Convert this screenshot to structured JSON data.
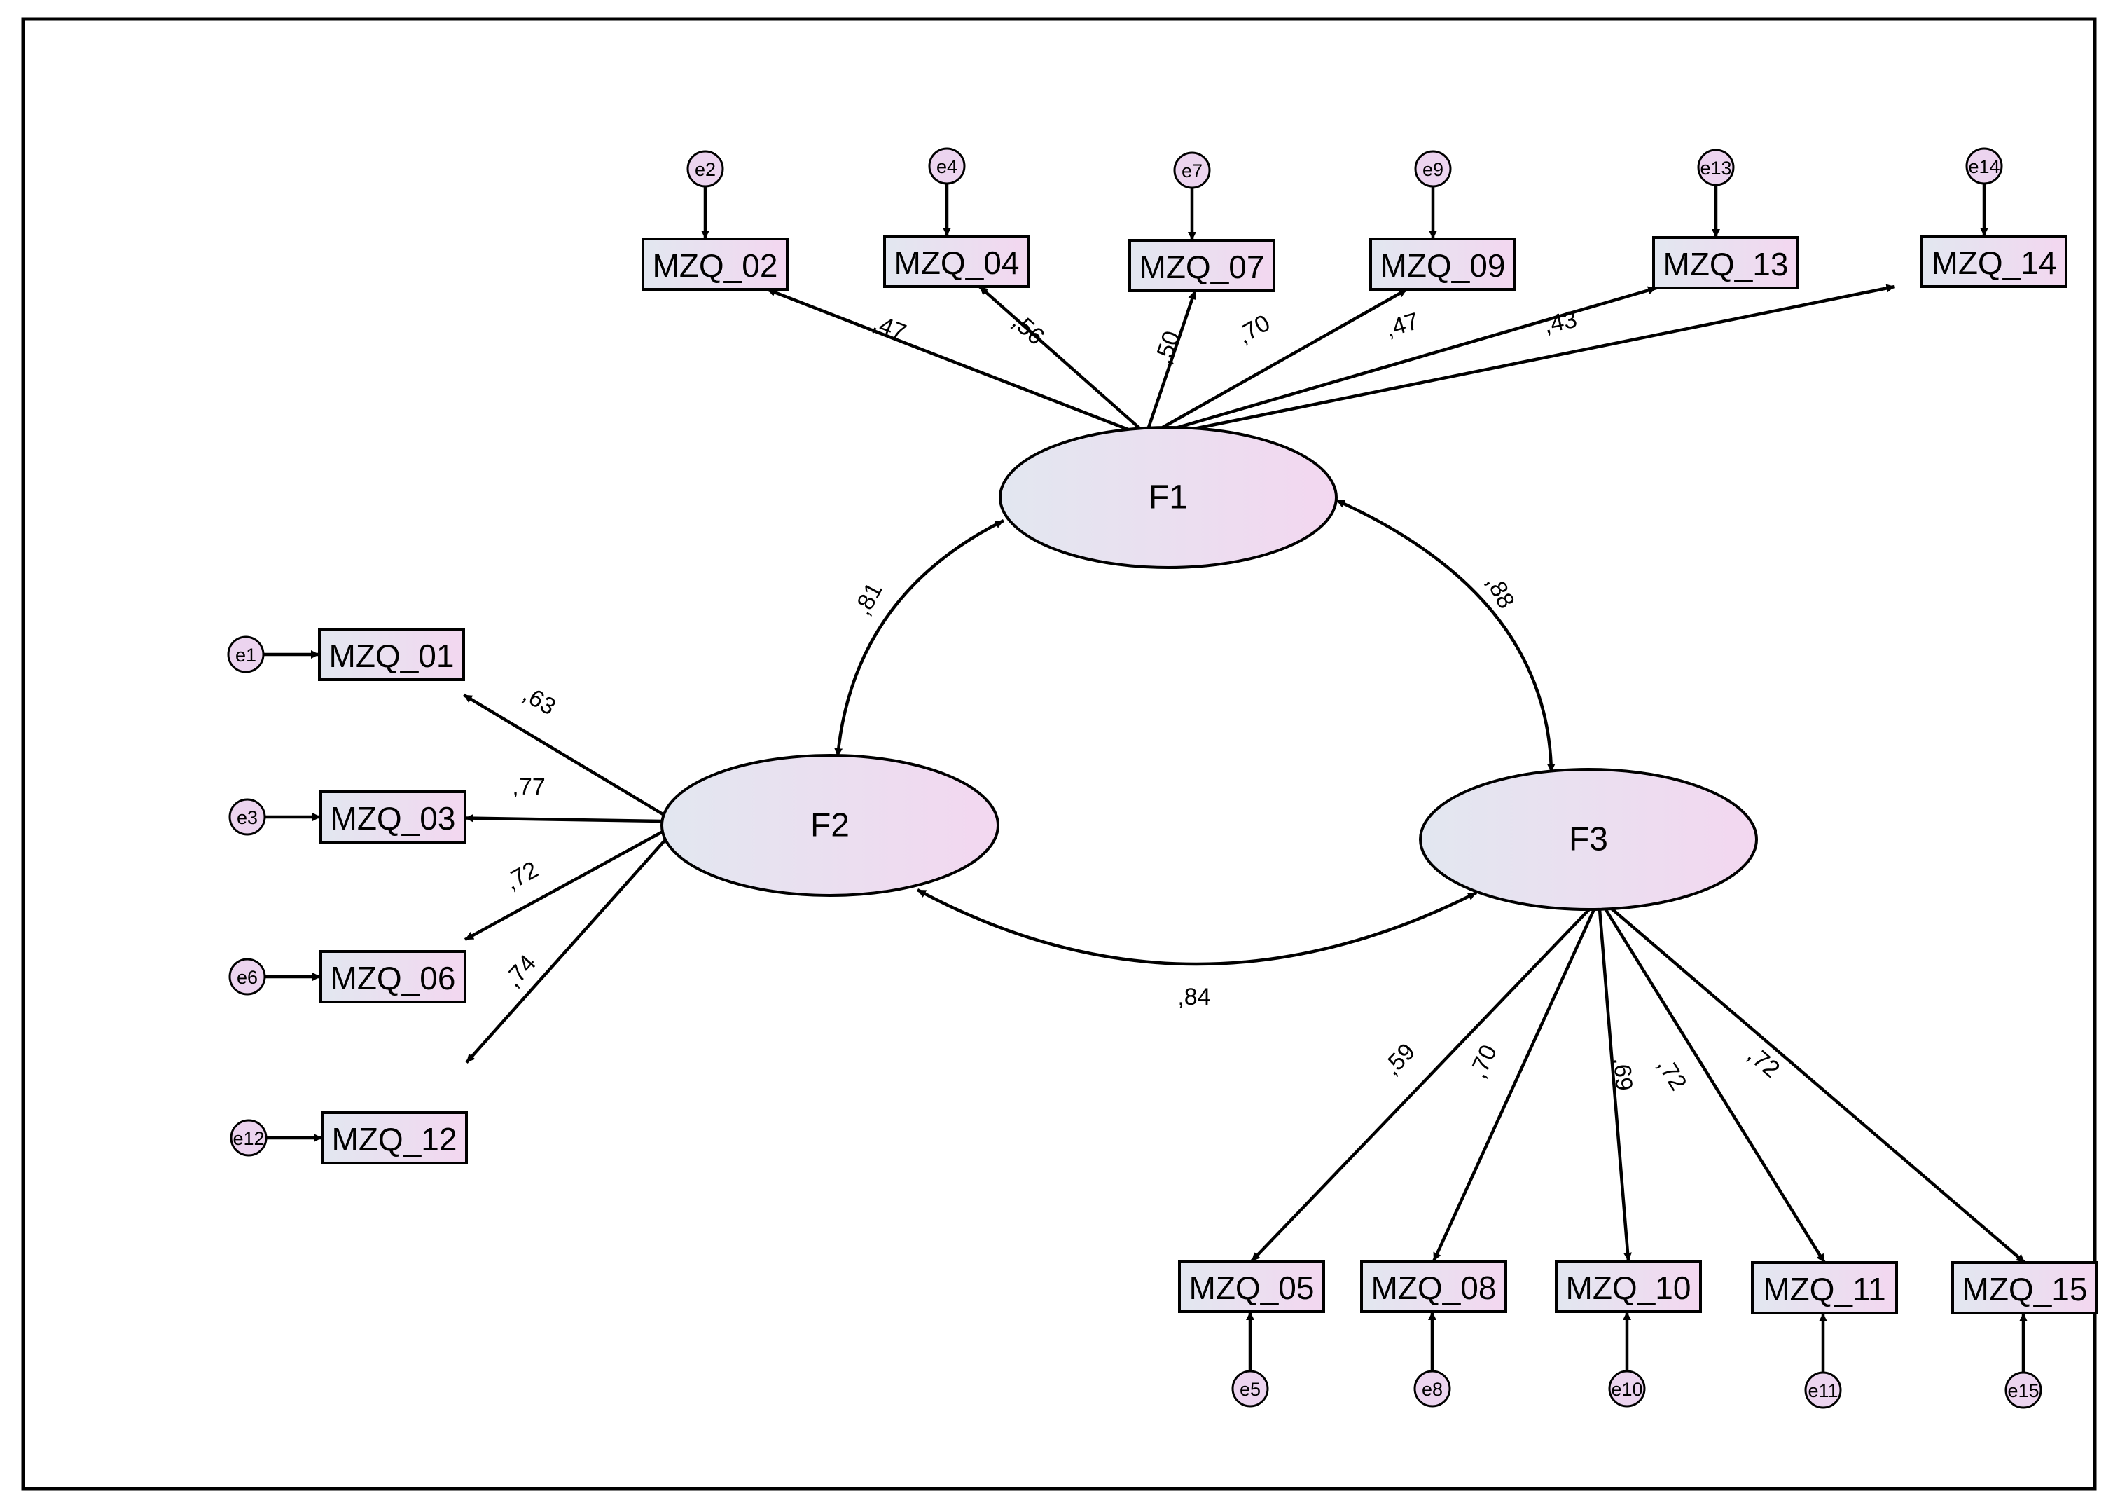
{
  "colors": {
    "frame": "#000000",
    "node_fill_start": "#e2e7f0",
    "node_fill_end": "#f3d7f0",
    "error_fill": "#ecd4ef",
    "stroke": "#000000"
  },
  "latents": [
    {
      "id": "F1",
      "label": "F1"
    },
    {
      "id": "F2",
      "label": "F2"
    },
    {
      "id": "F3",
      "label": "F3"
    }
  ],
  "observed": [
    {
      "id": "MZQ_01",
      "label": "MZQ_01",
      "factor": "F2",
      "loading": ",63",
      "error": "e1"
    },
    {
      "id": "MZQ_02",
      "label": "MZQ_02",
      "factor": "F1",
      "loading": ",47",
      "error": "e2"
    },
    {
      "id": "MZQ_03",
      "label": "MZQ_03",
      "factor": "F2",
      "loading": ",77",
      "error": "e3"
    },
    {
      "id": "MZQ_04",
      "label": "MZQ_04",
      "factor": "F1",
      "loading": ",56",
      "error": "e4"
    },
    {
      "id": "MZQ_05",
      "label": "MZQ_05",
      "factor": "F3",
      "loading": ",59",
      "error": "e5"
    },
    {
      "id": "MZQ_06",
      "label": "MZQ_06",
      "factor": "F2",
      "loading": ",72",
      "error": "e6"
    },
    {
      "id": "MZQ_07",
      "label": "MZQ_07",
      "factor": "F1",
      "loading": ",50",
      "error": "e7"
    },
    {
      "id": "MZQ_08",
      "label": "MZQ_08",
      "factor": "F3",
      "loading": ",70",
      "error": "e8"
    },
    {
      "id": "MZQ_09",
      "label": "MZQ_09",
      "factor": "F1",
      "loading": ",70",
      "error": "e9"
    },
    {
      "id": "MZQ_10",
      "label": "MZQ_10",
      "factor": "F3",
      "loading": ",69",
      "error": "e10"
    },
    {
      "id": "MZQ_11",
      "label": "MZQ_11",
      "factor": "F3",
      "loading": ",72",
      "error": "e11"
    },
    {
      "id": "MZQ_12",
      "label": "MZQ_12",
      "factor": "F2",
      "loading": ",74",
      "error": "e12"
    },
    {
      "id": "MZQ_13",
      "label": "MZQ_13",
      "factor": "F1",
      "loading": ",47",
      "error": "e13"
    },
    {
      "id": "MZQ_14",
      "label": "MZQ_14",
      "factor": "F1",
      "loading": ",43",
      "error": "e14"
    },
    {
      "id": "MZQ_15",
      "label": "MZQ_15",
      "factor": "F3",
      "loading": ",72",
      "error": "e15"
    }
  ],
  "covariances": [
    {
      "from": "F1",
      "to": "F2",
      "value": ",81"
    },
    {
      "from": "F1",
      "to": "F3",
      "value": ",88"
    },
    {
      "from": "F2",
      "to": "F3",
      "value": ",84"
    }
  ]
}
